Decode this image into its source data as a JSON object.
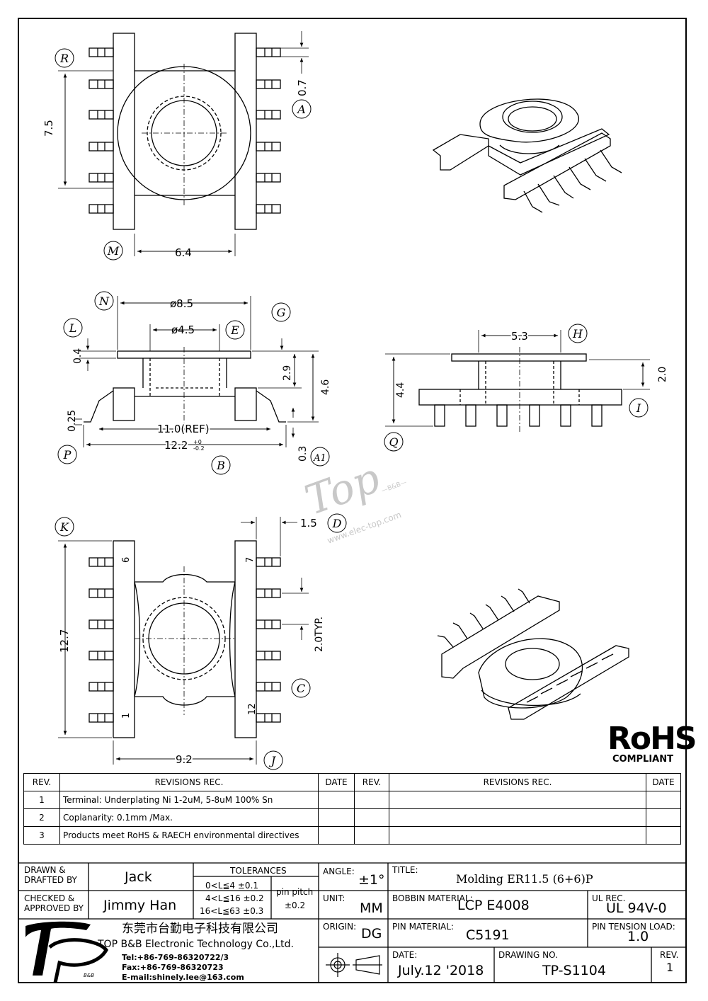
{
  "callouts": {
    "R": "R",
    "A": "A",
    "M": "M",
    "N": "N",
    "G": "G",
    "L": "L",
    "E": "E",
    "H": "H",
    "I": "I",
    "P": "P",
    "B": "B",
    "A1": "A1",
    "Q": "Q",
    "K": "K",
    "D": "D",
    "C": "C",
    "J": "J"
  },
  "dims": {
    "d_0_7": "0.7",
    "d_7_5": "7.5",
    "d_6_4": "6.4",
    "d_phi85": "ø8.5",
    "d_phi45": "ø4.5",
    "d_0_4": "0.4",
    "d_2_9": "2.9",
    "d_4_6": "4.6",
    "d_0_25": "0.25",
    "d_11": "11.0(REF)",
    "d_12_2": "12.2",
    "d_12_2_tol_up": "+0",
    "d_12_2_tol_dn": "-0.2",
    "d_0_3": "0.3",
    "d_5_3": "5.3",
    "d_4_4": "4.4",
    "d_2_0": "2.0",
    "d_1_5": "1.5",
    "d_12_7": "12.7",
    "d_2typ": "2.0TYP.",
    "d_9_2": "9.2"
  },
  "pins": {
    "p6": "6",
    "p7": "7",
    "p1": "1",
    "p12": "12"
  },
  "watermark": {
    "brand": "Top",
    "sub": "—B&B—",
    "url": "www.elec-top.com"
  },
  "rohs": {
    "title": "RoHS",
    "sub": "COMPLIANT"
  },
  "revisions": {
    "h_rev": "REV.",
    "h_rec": "REVISIONS   REC.",
    "h_date": "DATE",
    "rows": [
      {
        "no": "1",
        "text": "Terminal: Underplating Ni 1-2uM, 5-8uM 100% Sn"
      },
      {
        "no": "2",
        "text": "Coplanarity: 0.1mm /Max."
      },
      {
        "no": "3",
        "text": "Products meet RoHS & RAECH environmental directives"
      }
    ]
  },
  "title_block": {
    "drawn_label": "DRAWN &\nDRAFTED BY",
    "drawn": "Jack",
    "checked_label": "CHECKED &\nAPPROVED BY",
    "checked": "Jimmy Han",
    "tol_label": "TOLERANCES",
    "tol1": "0<L≦4   ±0.1",
    "tol2": "4<L≦16  ±0.2",
    "tol3": "16<L≦63  ±0.3",
    "pitch_label": "pin pitch",
    "pitch": "±0.2",
    "angle_label": "ANGLE:",
    "angle": "±1°",
    "unit_label": "UNIT:",
    "unit": "MM",
    "origin_label": "ORIGIN:",
    "origin": "DG",
    "title_label": "TITLE:",
    "title": "Molding ER11.5 (6+6)P",
    "bobbin_label": "BOBBIN MATERIAL:",
    "bobbin": "LCP E4008",
    "ul_label": "UL REC.",
    "ul": "UL 94V-0",
    "pinmat_label": "PIN MATERIAL:",
    "pinmat": "C5191",
    "tension_label": "PIN TENSION LOAD:",
    "tension": "1.0",
    "date_label": "DATE:",
    "date": "July.12 '2018",
    "dwg_label": "DRAWING NO.",
    "dwg": "TP-S1104",
    "rev_label": "REV.",
    "rev": "1",
    "company_cn": "东莞市台勤电子科技有限公司",
    "company_en": "TOP B&B Electronic Technology Co.,Ltd.",
    "tel": "Tel:+86-769-86320722/3",
    "fax": "Fax:+86-769-86320723",
    "email": "E-mail:shinely.lee@163.com",
    "logo_sub": "B&B"
  }
}
